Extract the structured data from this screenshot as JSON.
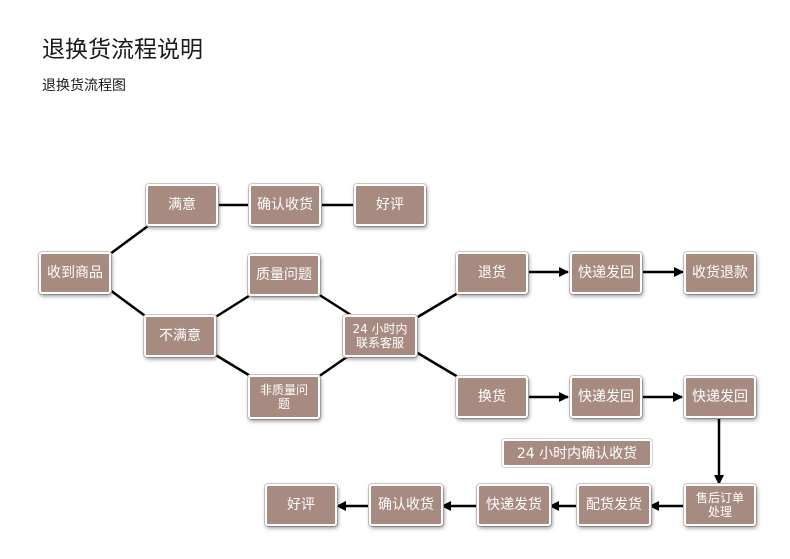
{
  "title": "退换货流程说明",
  "subtitle": "退换货流程图",
  "colors": {
    "node_fill": "#a88b80",
    "line": "#000000",
    "node_text": "#ffffff"
  },
  "nodes": {
    "receive": "收到商品",
    "satisfied": "满意",
    "confirm_top": "确认收货",
    "good_review_top": "好评",
    "unsatisfied": "不满意",
    "quality_issue": "质量问题",
    "non_quality_issue": "非质量问\n题",
    "contact_service": "24 小时内\n联系客服",
    "return": "退货",
    "ship_back_1": "快递发回",
    "refund": "收货退款",
    "exchange": "换货",
    "ship_back_2": "快递发回",
    "ship_back_3": "快递发回",
    "after_sale": "售后订单\n处理",
    "prepare_ship": "配货发货",
    "express_ship": "快递发货",
    "confirm_bottom": "确认收货",
    "good_review_bottom": "好评"
  },
  "note": "24 小时内确认收货"
}
